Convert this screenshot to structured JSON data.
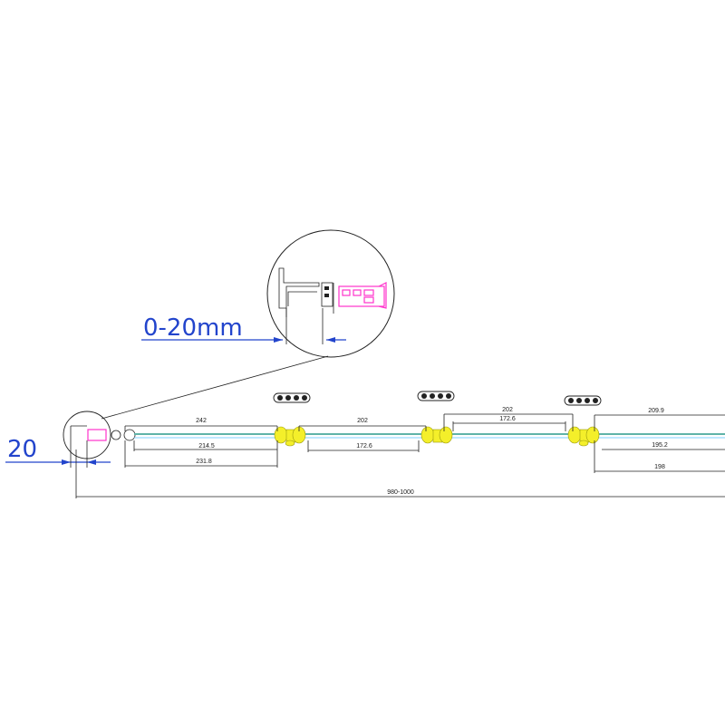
{
  "callout": {
    "gap_label": "0-20mm"
  },
  "left_dim": {
    "label": "20"
  },
  "dimensions": {
    "panel1_top": "242",
    "panel1_mid": "214.5",
    "panel1_bottom": "231.8",
    "panel2_top": "202",
    "panel2_mid": "172.6",
    "panel3_top": "202",
    "panel3_mid": "172.6",
    "panel4_top": "209.9",
    "panel4_mid": "195.2",
    "panel4_bottom": "198",
    "overall": "980-1000"
  },
  "colors": {
    "annotation_blue": "#2244cc",
    "hardware_pink": "#ff33cc",
    "roller_yellow": "#f4ef2a",
    "glass_teal": "#5fb3a8",
    "glass_cyan": "#7fd0ff"
  },
  "icons": [
    "roller-carriage-icon",
    "profile-detail-icon"
  ]
}
